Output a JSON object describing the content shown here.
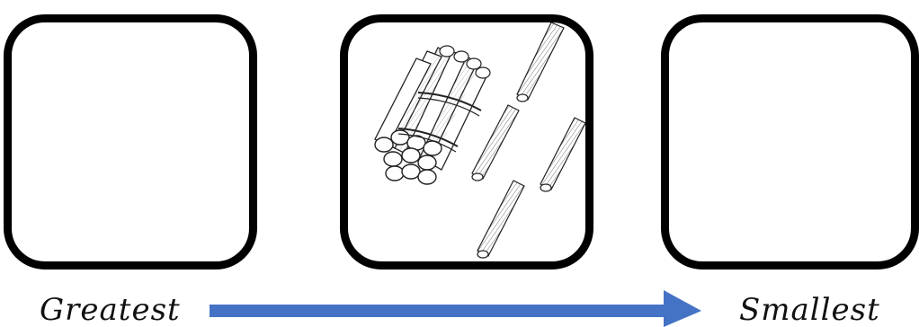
{
  "cards": [
    {
      "id": "left",
      "content": "empty"
    },
    {
      "id": "middle",
      "content": "place-value-bundle",
      "tens_bundles": 1,
      "ones_sticks": 4
    },
    {
      "id": "right",
      "content": "empty"
    }
  ],
  "labels": {
    "start": "Greatest",
    "end": "Smallest"
  },
  "arrow_color": "#4472C4"
}
